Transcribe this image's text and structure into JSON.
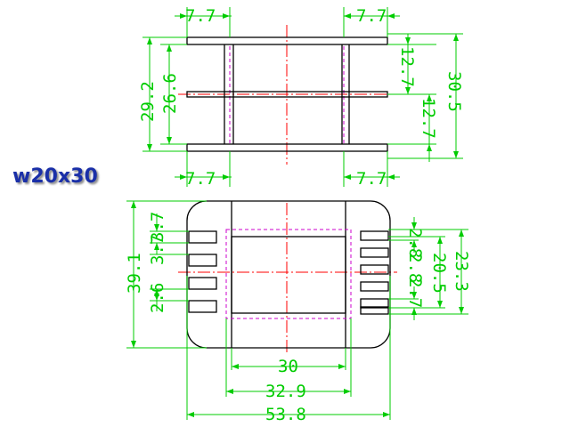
{
  "part_label": "w20x30",
  "colors": {
    "outline": "#000000",
    "dimension": "#00cc00",
    "centerline": "#ff0000",
    "hidden": "#cc00cc",
    "label": "#1a2fa8"
  },
  "dimensions": {
    "top_view": {
      "flange_left_top": "7.7",
      "flange_right_top": "7.7",
      "flange_left_bottom": "7.7",
      "flange_right_bottom": "7.7",
      "overall_height": "29.2",
      "inner_height": "26.6",
      "section_upper": "12.7",
      "section_lower": "12.7",
      "total_right": "30.5"
    },
    "front_view": {
      "overall_height": "39.1",
      "pin_offset_top": "3.7",
      "pin_offset_mid": "3.7",
      "pin_offset_low": "2.6",
      "right_pitch_top": "2.8",
      "right_pitch_mid": "2.8",
      "right_pitch_low": "2.7",
      "right_inner": "20.5",
      "right_outer": "23.3",
      "width_inner": "30",
      "width_mid": "32.9",
      "width_overall": "53.8"
    }
  }
}
